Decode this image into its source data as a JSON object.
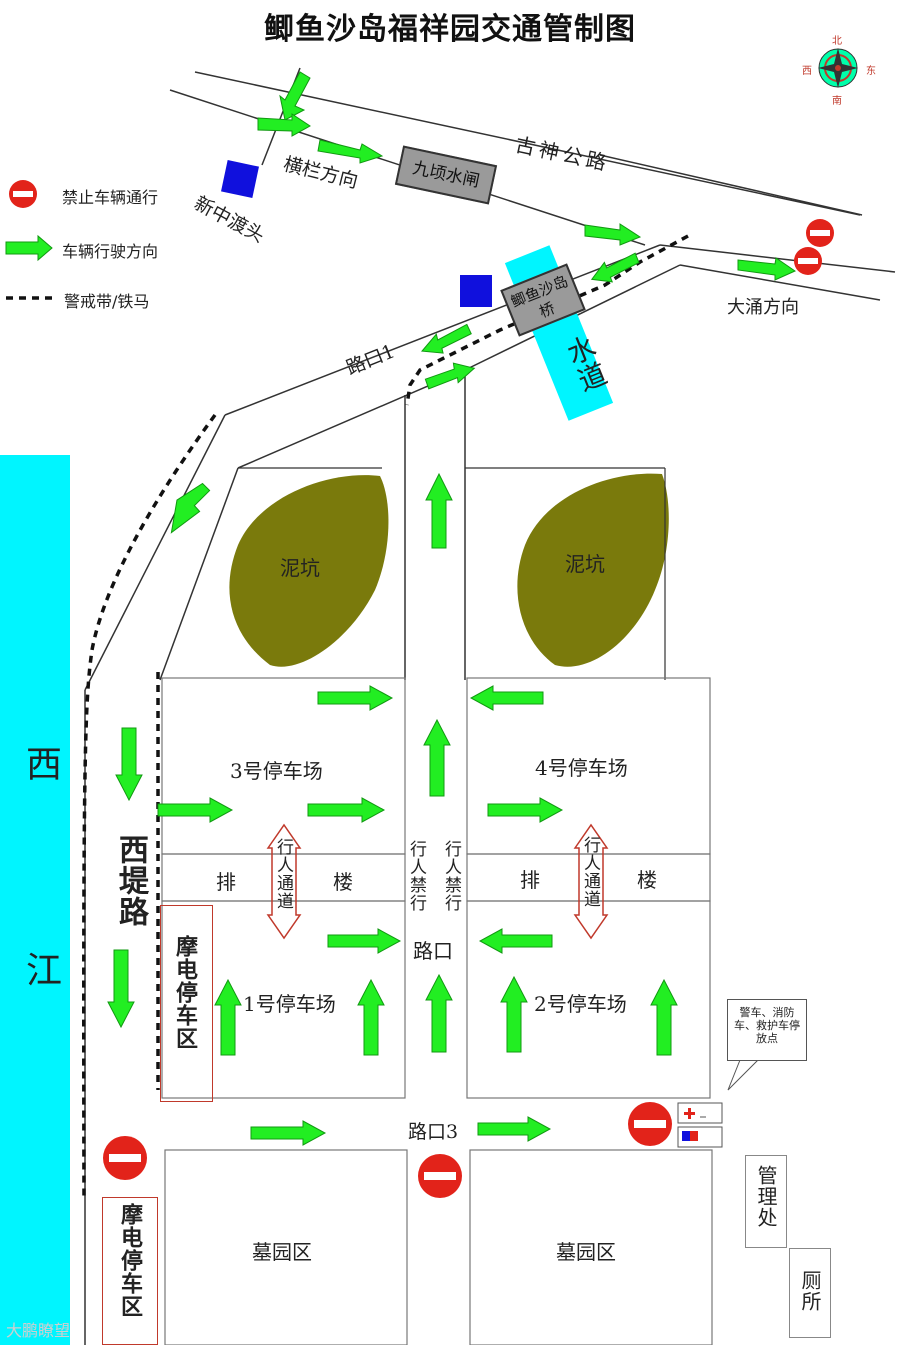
{
  "title": "鲫鱼沙岛福祥园交通管制图",
  "compass": {
    "north": "北",
    "south": "南",
    "east": "东",
    "west": "西"
  },
  "legend": [
    {
      "label": "禁止车辆通行",
      "icon": "no-entry-icon"
    },
    {
      "label": "车辆行驶方向",
      "icon": "green-arrow-icon"
    },
    {
      "label": "警戒带/铁马",
      "icon": "dashed-line-icon"
    }
  ],
  "labels": {
    "gushen_road": "古神公路",
    "barrier_direction": "横栏方向",
    "jiuqing_sluice": "九顷水闸",
    "xinzhong_ferry": "新中渡头",
    "dayong_direction": "大涌方向",
    "jiyusha_bridge": "鲫鱼沙岛桥",
    "waterway": "水道",
    "junction1": "路口1",
    "west_river": "西江",
    "xidi_road": "西堤路",
    "mud_pit_left": "泥坑",
    "mud_pit_right": "泥坑",
    "parking3": "3号停车场",
    "parking4": "4号停车场",
    "parking1": "1号停车场",
    "parking2": "2号停车场",
    "row_left_1": "排",
    "row_left_2": "楼",
    "row_right_1": "排",
    "row_right_2": "楼",
    "ped_way_left": "行人通道",
    "ped_way_right": "行人通道",
    "ped_ban_left": "行人禁行",
    "ped_ban_right": "行人禁行",
    "junction_center": "路口",
    "moto_parking_1": "摩电停车区",
    "moto_parking_2": "摩电停车区",
    "junction3": "路口3",
    "emergency_parking": "警车、消防车、救护车停放点",
    "cemetery_left": "墓园区",
    "cemetery_right": "墓园区",
    "management": "管理处",
    "toilet": "厕所"
  },
  "watermark": "大鹏瞭望",
  "colors": {
    "water": "#00f5ff",
    "arrow": "#22ee22",
    "arrow_stroke": "#119911",
    "no_entry": "#e2231a",
    "mud": "#7a7a0c",
    "blue_square": "#1010dd"
  }
}
